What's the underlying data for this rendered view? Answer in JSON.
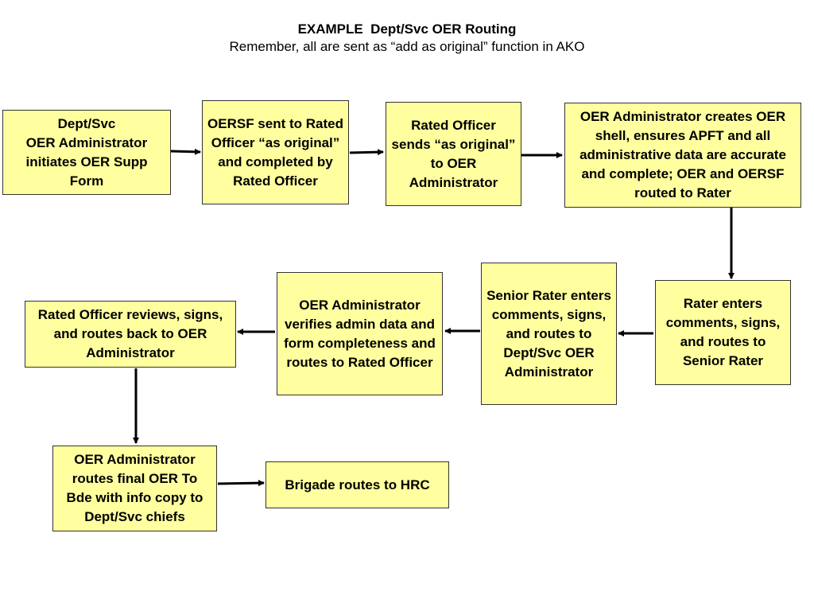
{
  "header": {
    "title": "EXAMPLE  Dept/Svc OER Routing",
    "subtitle": "Remember, all are sent as “add as original” function in AKO"
  },
  "boxes": {
    "initiate": "Dept/Svc\nOER Administrator initiates OER Supp Form",
    "oersf_sent": "OERSF sent to Rated Officer “as original” and completed by Rated Officer",
    "rated_sends": "Rated Officer sends “as original” to OER Administrator",
    "admin_creates": "OER Administrator creates OER shell, ensures APFT and all administrative data are accurate and complete; OER and OERSF routed to Rater",
    "rater_enters": "Rater enters comments, signs, and routes to Senior Rater",
    "senior_rater": "Senior Rater enters comments, signs, and routes to Dept/Svc OER Administrator",
    "admin_verifies": "OER Administrator verifies admin data and form completeness and routes to Rated Officer",
    "rated_reviews": "Rated Officer reviews, signs, and routes  back to OER Administrator",
    "admin_final": "OER Administrator routes final OER To Bde with info copy to Dept/Svc chiefs",
    "brigade": "Brigade routes to HRC"
  },
  "colors": {
    "box_fill": "#ffff9f",
    "box_border": "#333333",
    "arrow": "#000000"
  }
}
